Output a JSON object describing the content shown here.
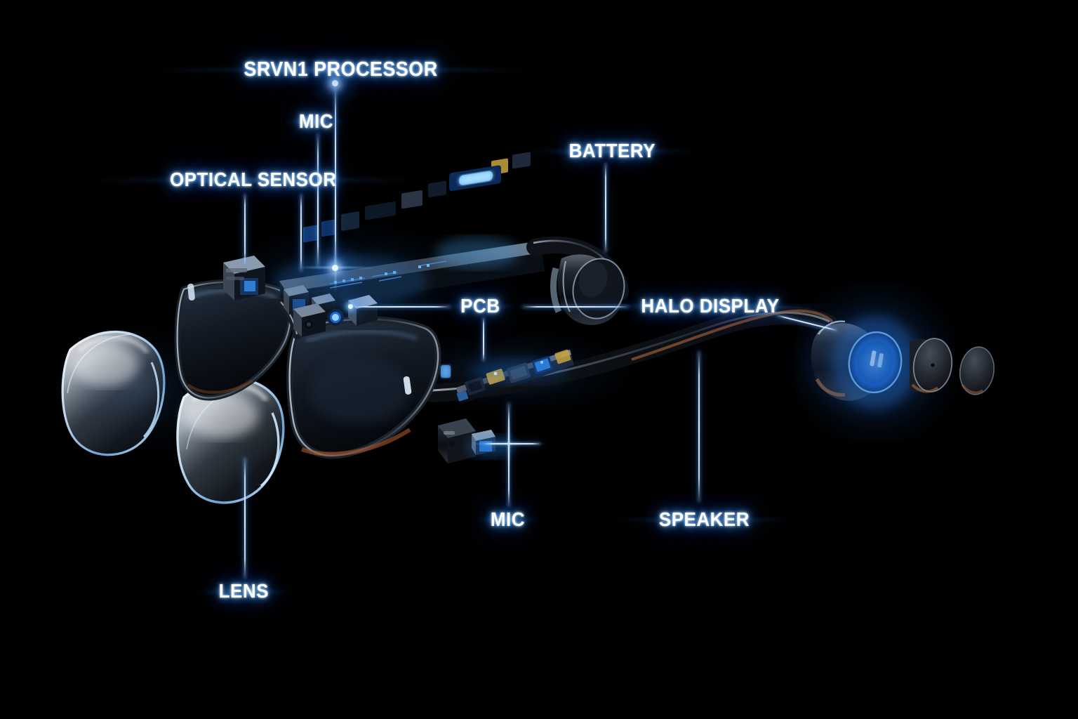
{
  "scene": {
    "background_color": "#000000",
    "accent_color": "#3f9cff",
    "label_color": "#ffffff",
    "glow_color": "#2b7de0",
    "subject": "exploded view of smart glasses"
  },
  "callouts": [
    {
      "id": "srvn1-processor",
      "label": "SRVN1 PROCESSOR"
    },
    {
      "id": "mic-top",
      "label": "MIC"
    },
    {
      "id": "optical-sensor",
      "label": "OPTICAL SENSOR"
    },
    {
      "id": "battery",
      "label": "BATTERY"
    },
    {
      "id": "pcb",
      "label": "PCB"
    },
    {
      "id": "halo-display",
      "label": "HALO DISPLAY"
    },
    {
      "id": "mic-bottom",
      "label": "MIC"
    },
    {
      "id": "speaker",
      "label": "SPEAKER"
    },
    {
      "id": "lens",
      "label": "LENS"
    }
  ],
  "components": {
    "lens_left": "floating prescription lens",
    "lens_right": "floating prescription lens",
    "frame": "glasses frame",
    "temple_pcb": "temple circuit board strip",
    "upper_pcb": "detached upper circuit board assembly",
    "battery_cell": "cylindrical battery module",
    "halo_display_ring": "illuminated halo display ring",
    "speaker_disc_1": "speaker driver disc",
    "speaker_disc_2": "speaker cover disc",
    "mic_module": "microphone module",
    "sensor_cube": "optical sensor cube"
  }
}
